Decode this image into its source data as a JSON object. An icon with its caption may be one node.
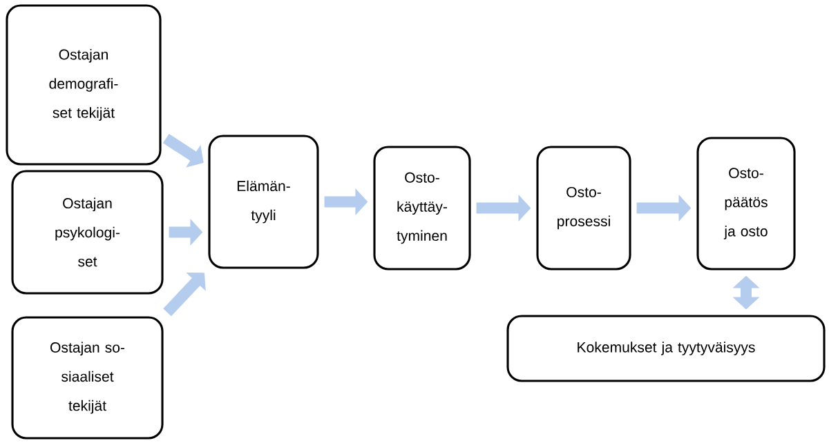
{
  "diagram": {
    "nodes": [
      {
        "text": [
          "Ostajan demografi- set tekijät"
        ]
      },
      {
        "text": [
          "Ostajan psykologi- set"
        ]
      },
      {
        "text": [
          "Ostajan so- siaaliset tekijät"
        ]
      },
      {
        "text": [
          "Elämän- tyyli"
        ]
      },
      {
        "text": [
          "Osto- käyttäy- tyminen"
        ]
      },
      {
        "text": [
          "Osto- prosessi"
        ]
      },
      {
        "text": [
          "Osto- päätös ja osto"
        ]
      },
      {
        "text": [
          "Kokemukset ja tyytyväisyys"
        ]
      }
    ],
    "edges": [
      {
        "from": 0,
        "to": 3,
        "arrow": "to"
      },
      {
        "from": 1,
        "to": 3,
        "arrow": "to"
      },
      {
        "from": 2,
        "to": 3,
        "arrow": "to"
      },
      {
        "from": 3,
        "to": 4,
        "arrow": "to"
      },
      {
        "from": 4,
        "to": 5,
        "arrow": "to"
      },
      {
        "from": 5,
        "to": 6,
        "arrow": "to"
      },
      {
        "from": 6,
        "to": 7,
        "arrow": "both"
      }
    ]
  }
}
